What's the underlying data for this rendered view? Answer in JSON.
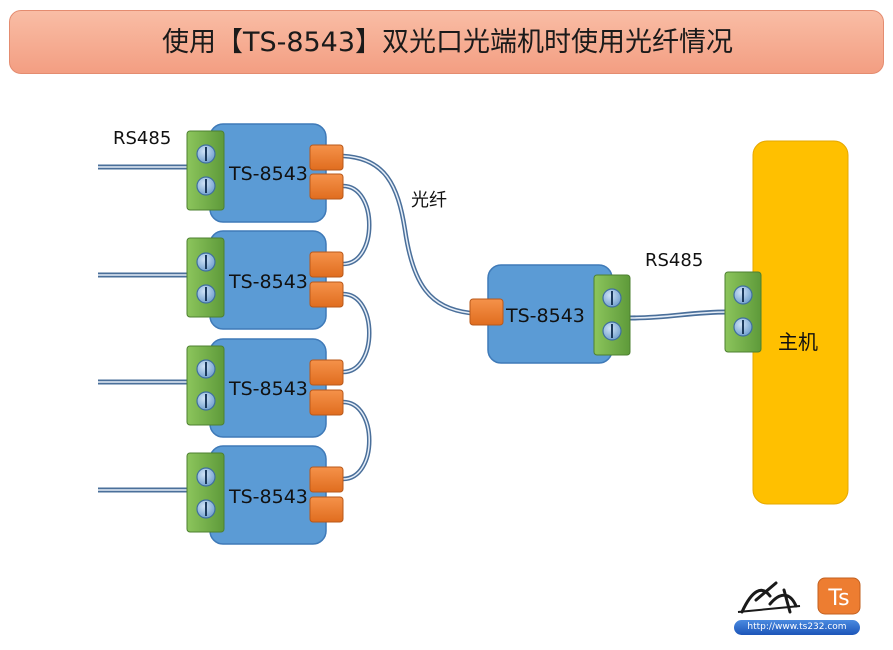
{
  "title": "使用【TS-8543】双光口光端机时使用光纤情况",
  "labels": {
    "rs485_left": "RS485",
    "fiber": "光纤",
    "rs485_right": "RS485",
    "host": "主机"
  },
  "devices": [
    {
      "name": "TS-8543"
    },
    {
      "name": "TS-8543"
    },
    {
      "name": "TS-8543"
    },
    {
      "name": "TS-8543"
    },
    {
      "name": "TS-8543"
    }
  ],
  "logo": {
    "brand": "Ts",
    "url": "http://www.ts232.com"
  },
  "colors": {
    "title_bg": "#f5a98d",
    "device": "#5b9bd5",
    "terminal": "#70ad47",
    "fiber_port": "#ed7d31",
    "host": "#ffc000"
  }
}
